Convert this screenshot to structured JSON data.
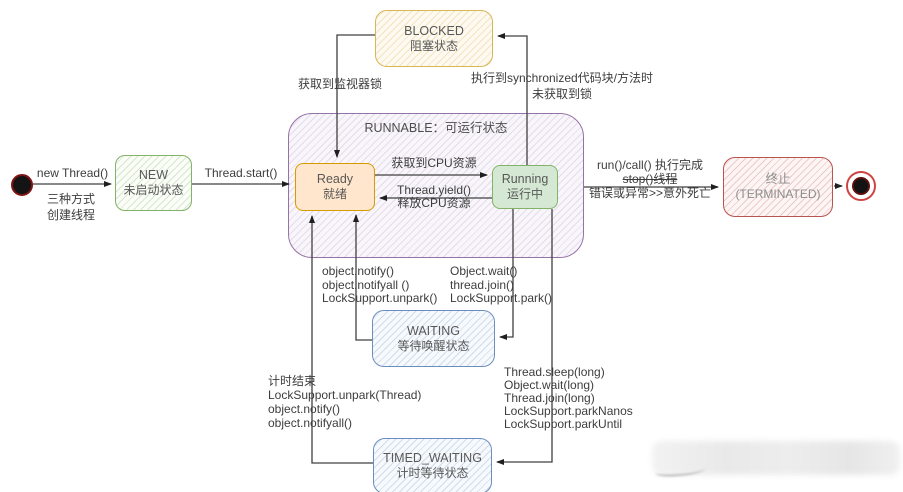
{
  "diagram": {
    "type": "state-machine",
    "subject": "Java thread lifecycle"
  },
  "states": {
    "start": {
      "name": "initial-state"
    },
    "new": {
      "title": "NEW",
      "subtitle": "未启动状态"
    },
    "runnable": {
      "label": "RUNNABLE：可运行状态"
    },
    "ready": {
      "title": "Ready",
      "subtitle": "就绪"
    },
    "running": {
      "title": "Running",
      "subtitle": "运行中"
    },
    "blocked": {
      "title": "BLOCKED",
      "subtitle": "阻塞状态"
    },
    "waiting": {
      "title": "WAITING",
      "subtitle": "等待唤醒状态"
    },
    "timed_waiting": {
      "title": "TIMED_WAITING",
      "subtitle": "计时等待状态"
    },
    "terminated": {
      "title": "终止",
      "subtitle": "(TERMINATED)"
    },
    "end": {
      "name": "final-state"
    }
  },
  "edges": {
    "new_thread": {
      "label": "new Thread()",
      "note_lines": [
        "三种方式",
        "创建线程"
      ]
    },
    "thread_start": {
      "label": "Thread.start()"
    },
    "acquire_monitor": {
      "label": "获取到监视器锁"
    },
    "sync_block": {
      "lines": [
        "执行到synchronized代码块/方法时",
        "未获取到锁"
      ]
    },
    "get_cpu": {
      "label": "获取到CPU资源"
    },
    "yield": {
      "lines": [
        "Thread.yield()",
        "释放CPU资源"
      ]
    },
    "to_terminated": {
      "lines": [
        "run()/call() 执行完成",
        "stop()线程",
        "错误或异常>>意外死亡"
      ],
      "strikethrough_line": 1
    },
    "waiting_to_ready": {
      "lines": [
        "object.notify()",
        "object.notifyall ()",
        "LockSupport.unpark()"
      ]
    },
    "running_to_waiting": {
      "lines": [
        "Object.wait()",
        "thread.join()",
        "LockSupport.park()"
      ]
    },
    "timed_to_ready": {
      "lines": [
        "计时结束",
        "LockSupport.unpark(Thread)",
        "object.notify()",
        "object.notifyall()"
      ]
    },
    "running_to_timed": {
      "lines": [
        "Thread.sleep(long)",
        "Object.wait(long)",
        "Thread.join(long)",
        "LockSupport.parkNanos",
        "LockSupport.parkUntil"
      ]
    }
  },
  "colors": {
    "runnable_stroke": "#9673A6",
    "green_stroke": "#82B366",
    "green_fill": "#D5E8D4",
    "orange_stroke": "#D79B00",
    "orange_fill": "#FFE6CC",
    "yellow_stroke": "#D6B656",
    "blue_stroke": "#6C8EBF",
    "red_stroke": "#B85450",
    "connector": "#404040",
    "text": "#3d3d3d",
    "state_text": "#595959"
  }
}
